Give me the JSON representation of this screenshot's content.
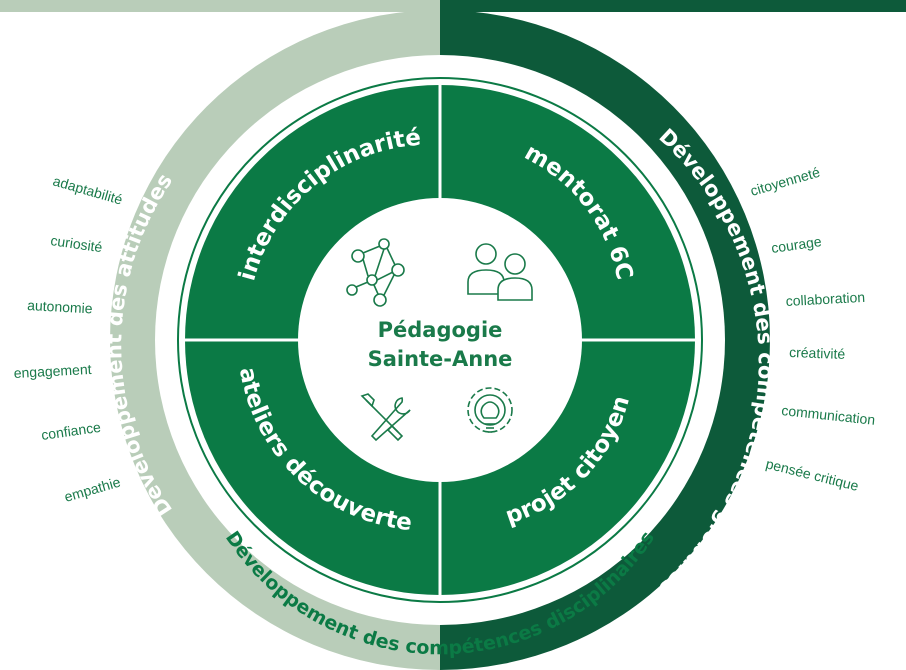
{
  "colors": {
    "attitudes_ring": "#b9cdb9",
    "globales_ring": "#0d5a3a",
    "quadrant": "#0b7a45",
    "accent_text": "#1a7a4a",
    "white": "#ffffff"
  },
  "center": {
    "line1": "Pédagogie",
    "line2": "Sainte-Anne"
  },
  "quadrants": {
    "top_left": {
      "label": "interdisciplinarité",
      "icon": "network-icon"
    },
    "top_right": {
      "label": "mentorat 6C",
      "icon": "people-icon"
    },
    "bottom_left": {
      "label": "ateliers découverte",
      "icon": "tools-icon"
    },
    "bottom_right": {
      "label": "projet citoyen",
      "icon": "lightbulb-gear-icon"
    }
  },
  "rings": {
    "attitudes": "Développement des attitudes",
    "globales": "Développement des compétences globales",
    "disciplinaires": "Développement des compétences disciplinaires"
  },
  "attitudes_words": [
    "adaptabilité",
    "curiosité",
    "autonomie",
    "engagement",
    "confiance",
    "empathie"
  ],
  "globales_words": [
    "citoyenneté",
    "courage",
    "collaboration",
    "créativité",
    "communication",
    "pensée critique"
  ]
}
